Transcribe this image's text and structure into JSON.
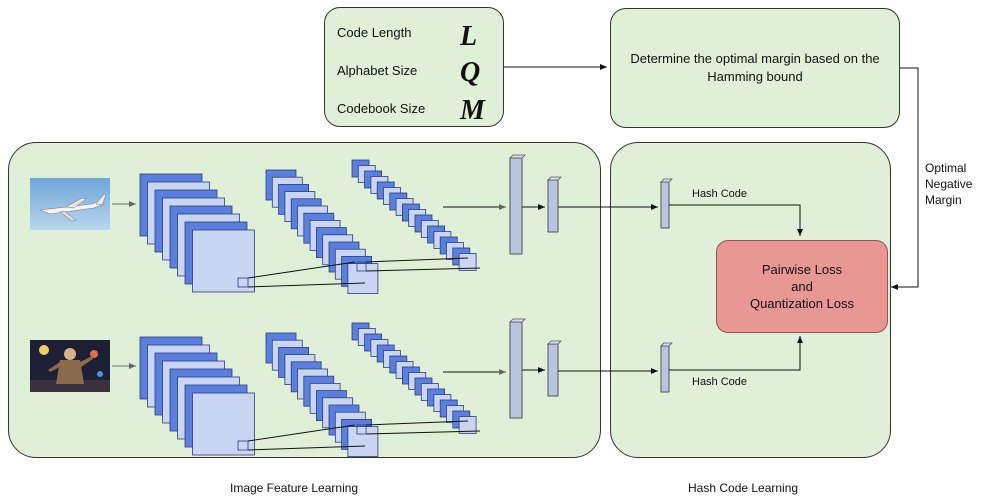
{
  "params": [
    {
      "label": "Code Length",
      "symbol": "L"
    },
    {
      "label": "Alphabet Size",
      "symbol": "Q"
    },
    {
      "label": "Codebook Size",
      "symbol": "M"
    }
  ],
  "margin_box": {
    "text": "Determine the optimal margin based on the Hamming bound"
  },
  "side_label": {
    "lines": [
      "Optimal",
      "Negative",
      "Margin"
    ]
  },
  "loss_box": {
    "lines": [
      "Pairwise Loss",
      "and",
      "Quantization Loss"
    ]
  },
  "hash_code_labels": {
    "top": "Hash Code",
    "bottom": "Hash Code"
  },
  "captions": {
    "feature": "Image Feature Learning",
    "hash": "Hash Code Learning"
  },
  "inputs": [
    {
      "name": "airplane-photo",
      "depicts": "airplane in flight"
    },
    {
      "name": "person-photo",
      "depicts": "person at night scene"
    }
  ],
  "colors": {
    "panel": "#e0efd7",
    "loss": "#e99795",
    "layer_blue": "#5b7fdc",
    "layer_light": "#c9d5f3",
    "fc_bar": "#b9c5df"
  }
}
